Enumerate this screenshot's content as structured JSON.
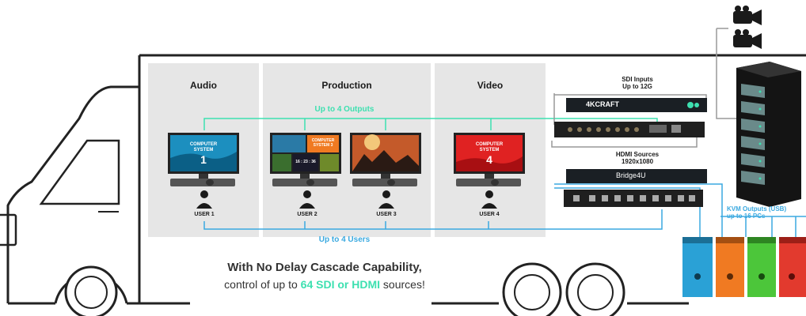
{
  "panels": {
    "audio": "Audio",
    "production": "Production",
    "video": "Video"
  },
  "outputs_label": "Up to 4 Outputs",
  "users_label": "Up to 4 Users",
  "users": [
    "USER 1",
    "USER 2",
    "USER 3",
    "USER 4"
  ],
  "screens": {
    "s1_text": "COMPUTER SYSTEM",
    "s1_num": "1",
    "s4_text": "COMPUTER SYSTEM",
    "s4_num": "4",
    "s2_small": "COMPUTER SYSTEM 3",
    "s2_clock": "16 : 23 : 36"
  },
  "sdi": {
    "title": "SDI Inputs",
    "sub": "Up to 12G",
    "brand": "4KCRAFT"
  },
  "hdmi": {
    "title": "HDMI Sources",
    "sub": "1920x1080",
    "brand": "Bridge4U"
  },
  "kvm": {
    "title": "KVM Outputs (USB)",
    "sub": "up to 16 PCs"
  },
  "tagline": {
    "line1": "With No Delay Cascade Capability,",
    "line2_pre": "control of up to ",
    "line2_hl": "64 SDI or HDMI",
    "line2_post": " sources!"
  },
  "colors": {
    "green": "#3de0b0",
    "blue": "#3aa9e0",
    "pc_blue": "#2aa1d6",
    "pc_orange": "#f07a22",
    "pc_green": "#4cc63a",
    "pc_red": "#e23a2e"
  },
  "icons": [
    "truck-outline",
    "camera-icon",
    "server-rack-icon",
    "monitor-icon",
    "keyboard-icon",
    "mouse-icon",
    "user-icon",
    "pc-tower-icon"
  ]
}
